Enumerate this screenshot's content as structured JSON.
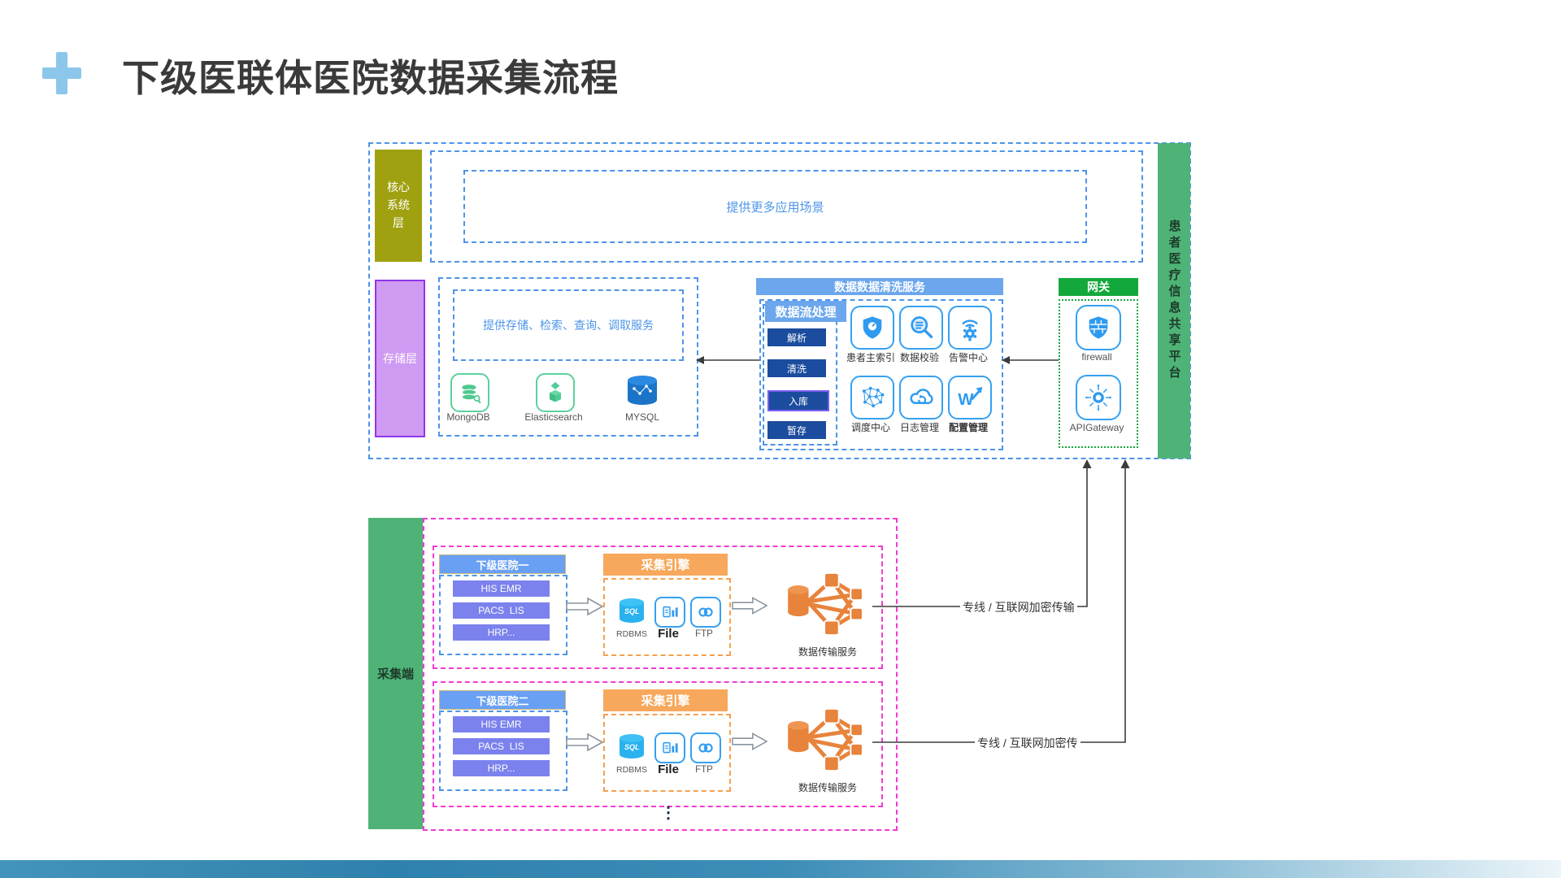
{
  "slide": {
    "title": "下级医联体医院数据采集流程"
  },
  "platform": {
    "side_label": "患者医疗信息共享平台",
    "core_layer": {
      "label": "核心系统层",
      "placeholder": "提供更多应用场景"
    },
    "storage_layer": {
      "label": "存储层",
      "placeholder": "提供存储、检索、查询、调取服务",
      "databases": [
        "MongoDB",
        "Elasticsearch",
        "MYSQL"
      ]
    },
    "cleaning": {
      "title": "数据数据清洗服务",
      "stream": {
        "title": "数据流处理",
        "steps": [
          "解析",
          "清洗",
          "入库",
          "暂存"
        ],
        "highlighted": "入库"
      },
      "services": [
        {
          "label": "患者主索引",
          "icon": "shield-patient-index-icon"
        },
        {
          "label": "数据校验",
          "icon": "magnifier-check-icon"
        },
        {
          "label": "告警中心",
          "icon": "alert-gear-icon"
        },
        {
          "label": "调度中心",
          "icon": "network-graph-icon"
        },
        {
          "label": "日志管理",
          "icon": "cloud-log-icon"
        },
        {
          "label": "配置管理",
          "icon": "config-w-icon"
        }
      ]
    },
    "gateway": {
      "title": "网关",
      "items": [
        "firewall",
        "APIGateway"
      ]
    }
  },
  "collection": {
    "side_label": "采集端",
    "groups": [
      {
        "hospital": "下级医院一",
        "systems": [
          "HIS EMR",
          "PACS  LIS",
          "HRP..."
        ],
        "engine": "采集引擎",
        "sources": [
          "RDBMS",
          "File",
          "FTP"
        ],
        "transfer": "数据传输服务",
        "link": "专线 / 互联网加密传输"
      },
      {
        "hospital": "下级医院二",
        "systems": [
          "HIS EMR",
          "PACS  LIS",
          "HRP..."
        ],
        "engine": "采集引擎",
        "sources": [
          "RDBMS",
          "File",
          "FTP"
        ],
        "transfer": "数据传输服务",
        "link": "专线 / 互联网加密传"
      }
    ],
    "more_indicator": "⋮"
  },
  "colors": {
    "accent_blue": "#4d94e8",
    "platform_green": "#4fb377",
    "gateway_green": "#13a83b",
    "core_olive": "#9fa111",
    "storage_purple": "#cf9af2",
    "collect_pink": "#f13ad3",
    "engine_orange": "#f7a85c",
    "step_blue": "#1b4c9e",
    "header_blue": "#6ca7ed",
    "system_purple": "#7b82ed",
    "icon_blue": "#2f9bf0",
    "transfer_orange": "#e8833c"
  }
}
